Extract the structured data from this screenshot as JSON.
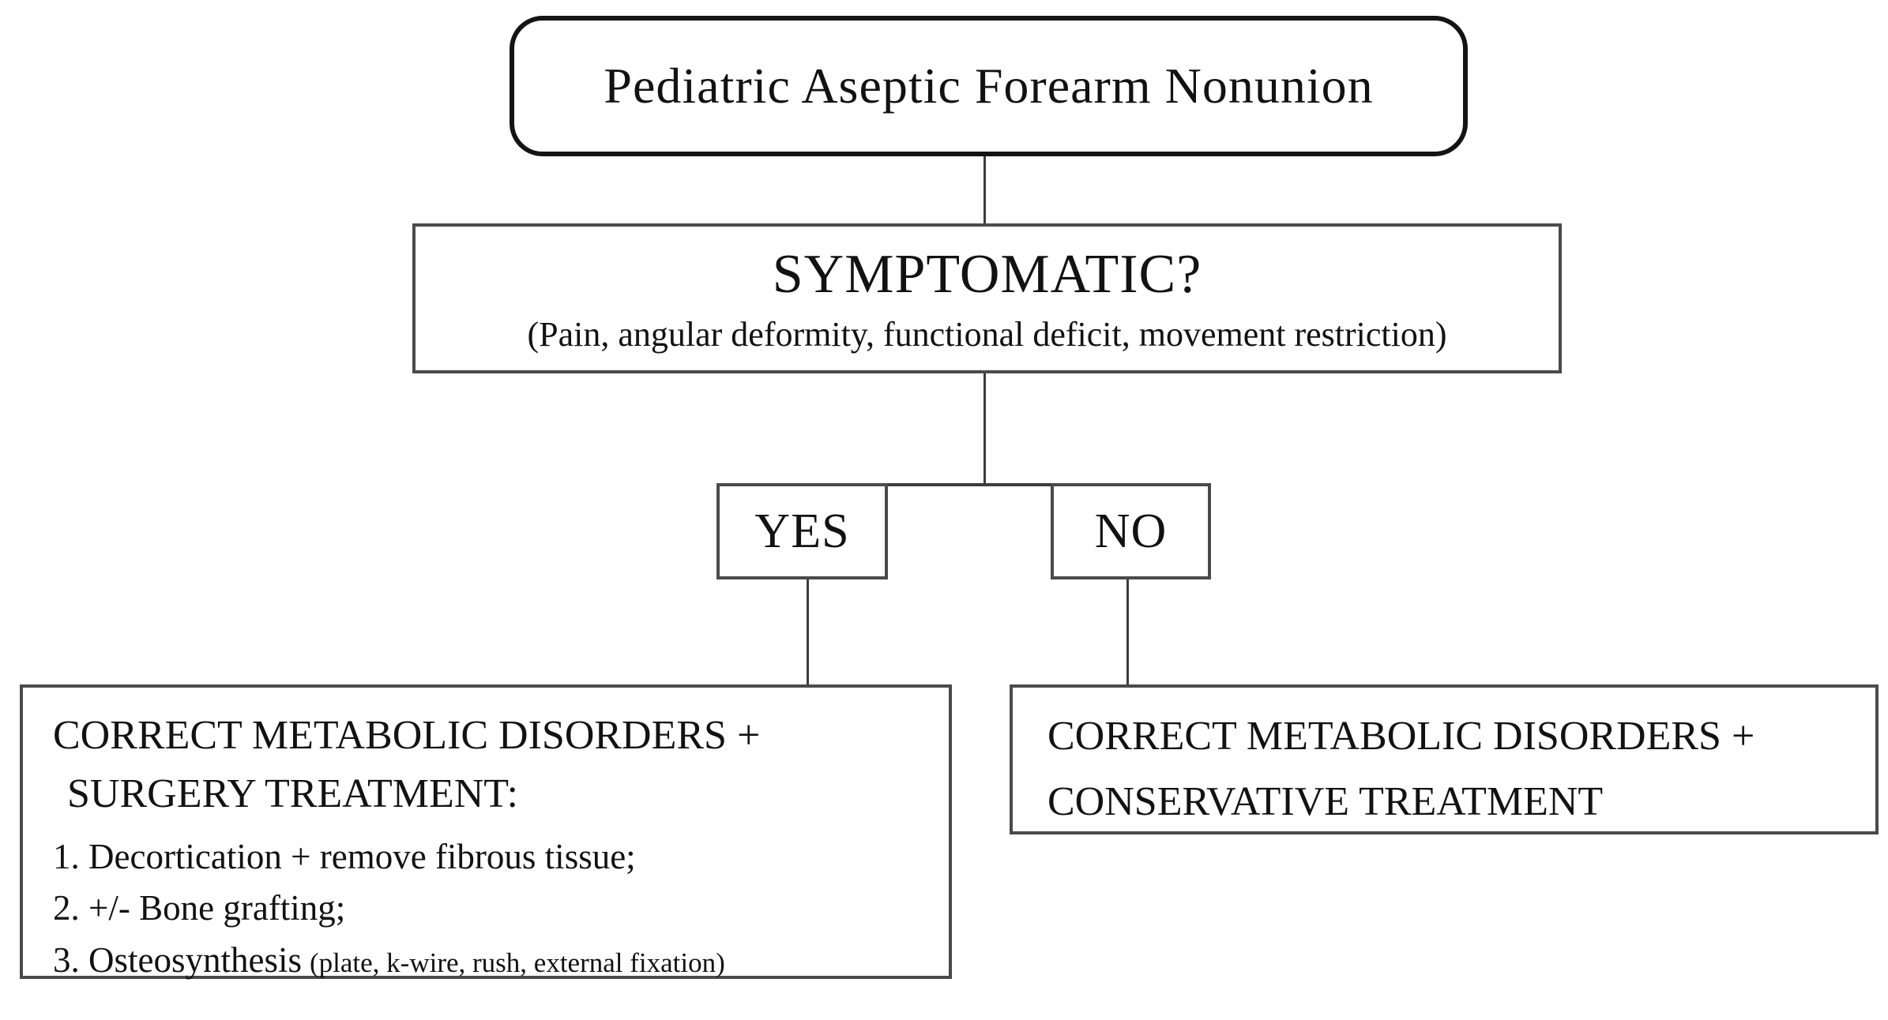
{
  "diagram": {
    "root": {
      "label": "Pediatric Aseptic Forearm Nonunion"
    },
    "decision": {
      "title": "SYMPTOMATIC?",
      "subtitle": "(Pain, angular deformity, functional deficit, movement restriction)"
    },
    "branch_yes": {
      "label": "YES"
    },
    "branch_no": {
      "label": "NO"
    },
    "outcome_surgery": {
      "heading_line1": "CORRECT METABOLIC DISORDERS +",
      "heading_line2": "SURGERY TREATMENT:",
      "items": [
        {
          "text": "1. Decortication + remove fibrous tissue;",
          "detail": ""
        },
        {
          "text": "2. +/- Bone grafting;",
          "detail": ""
        },
        {
          "text": "3. Osteosynthesis",
          "detail": "(plate, k-wire, rush, external fixation)"
        }
      ]
    },
    "outcome_conservative": {
      "line1": "CORRECT METABOLIC DISORDERS +",
      "line2": "CONSERVATIVE TREATMENT"
    },
    "colors": {
      "box_border": "#4a4a4a",
      "root_border": "#141414",
      "connector": "#3c3c3c",
      "text": "#121212",
      "background": "#ffffff"
    }
  }
}
